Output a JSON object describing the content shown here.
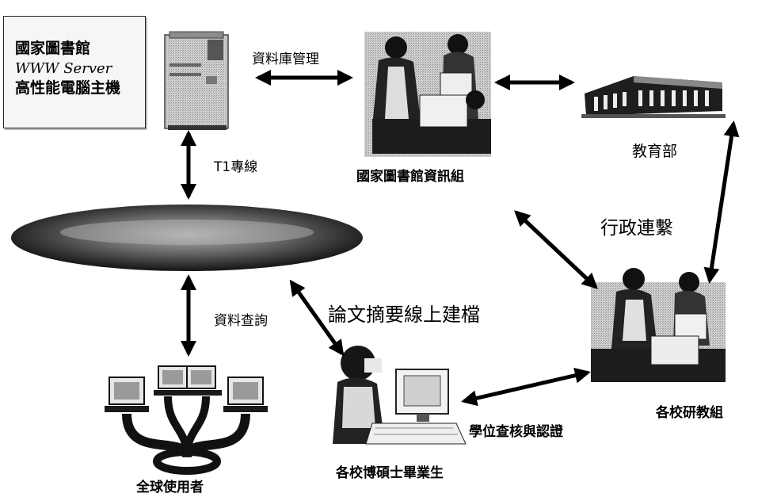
{
  "server_box": {
    "line1": "國家圖書館",
    "line2": "WWW Server",
    "line3": "高性能電腦主機"
  },
  "labels": {
    "db_management": "資料庫管理",
    "t1_line": "T1專線",
    "ncl_info_division": "國家圖書館資訊組",
    "ministry_of_education": "教育部",
    "admin_contact": "行政連繫",
    "data_query": "資料查詢",
    "online_abstract_upload": "論文摘要線上建檔",
    "school_grad_office": "各校研教組",
    "degree_verification": "學位查核與認證",
    "graduates": "各校博碩士畢業生",
    "global_users": "全球使用者"
  }
}
